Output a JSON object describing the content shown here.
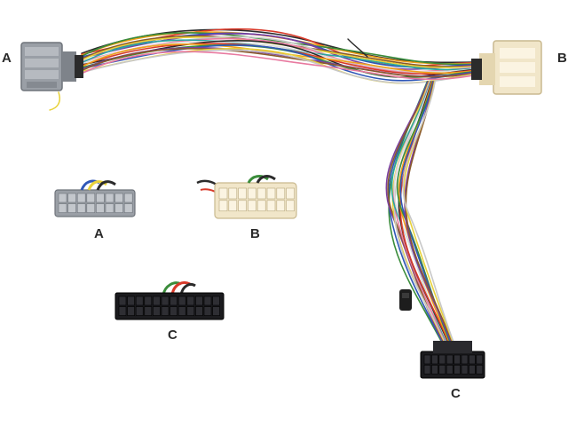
{
  "labels": {
    "harness_left": "A",
    "harness_right": "B",
    "harness_bottom": "C",
    "plug_a": "A",
    "plug_b": "B",
    "plug_c": "C"
  },
  "colors": {
    "background": "#ffffff",
    "connector_a": "#9a9fa6",
    "connector_b": "#f1e6c9",
    "connector_c": "#1b1b1e",
    "wire_palette": [
      "#2b2b2b",
      "#d83a2a",
      "#f0a11c",
      "#3a8c3a",
      "#3058b8",
      "#7b3fa0",
      "#8a5a2b",
      "#e8d23a",
      "#c8c8c8",
      "#e87aa0",
      "#2aa6a0",
      "#ffffff"
    ]
  }
}
